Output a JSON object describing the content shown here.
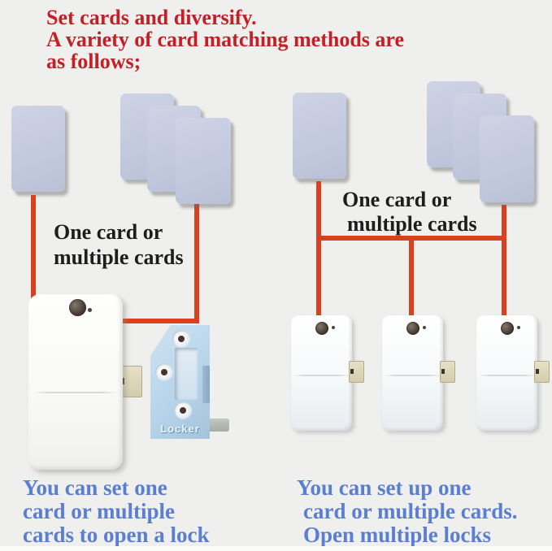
{
  "header": {
    "line1": "Set cards and diversify.",
    "line2": "A variety of card matching methods are",
    "line3": "as follows;"
  },
  "left": {
    "cards_label_line1": "One card or",
    "cards_label_line2": "multiple cards",
    "locker_brand": "Locker",
    "caption_line1": "You can set one",
    "caption_line2": "card or multiple",
    "caption_line3": "cards to open a lock"
  },
  "right": {
    "cards_label_line1": "One card or",
    "cards_label_line2": "multiple cards",
    "caption_line1": "You can set up one",
    "caption_line2": "card or multiple cards.",
    "caption_line3": "Open multiple locks"
  },
  "colors": {
    "background": "#efefed",
    "header_text": "#c41f25",
    "black_label": "#1d1d1d",
    "caption_blue": "#5b7fd0",
    "connector_orange": "#d9411e",
    "card_fill": "#c4cade",
    "lock_white": "#f8f9f8",
    "strike_plate_blue": "#b7d4ea",
    "latch_beige": "#d9d2b2"
  }
}
